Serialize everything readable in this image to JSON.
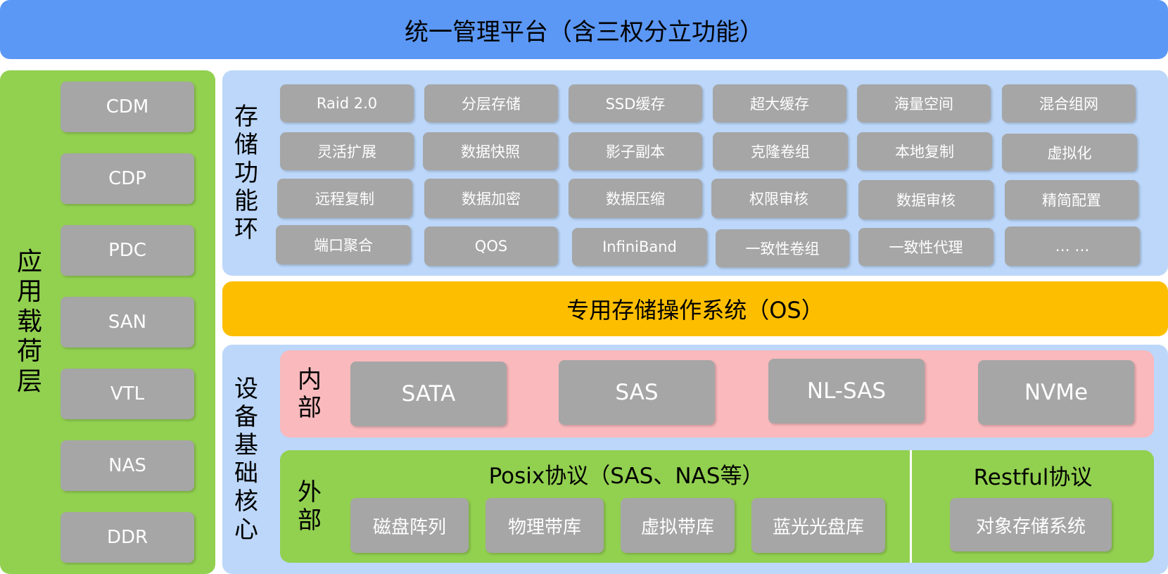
{
  "top_title": "统一管理平台（含三权分立功能）",
  "application_layer": {
    "label_chars": [
      "应",
      "用",
      "载",
      "荷",
      "层"
    ],
    "items": [
      "CDM",
      "CDP",
      "PDC",
      "SAN",
      "VTL",
      "NAS",
      "DDR"
    ]
  },
  "storage_functions": {
    "label_chars": [
      "存",
      "储",
      "功",
      "能",
      "环"
    ],
    "rows": [
      [
        "Raid 2.0",
        "分层存储",
        "SSD缓存",
        "超大缓存",
        "海量空间",
        "混合组网"
      ],
      [
        "灵活扩展",
        "数据快照",
        "影子副本",
        "克隆卷组",
        "本地复制",
        "虚拟化"
      ],
      [
        "远程复制",
        "数据加密",
        "数据压缩",
        "权限审核",
        "数据审核",
        "精简配置"
      ],
      [
        "端口聚合",
        "QOS",
        "InfiniBand",
        "一致性卷组",
        "一致性代理",
        "… …"
      ]
    ]
  },
  "os_bar": "专用存储操作系统（OS）",
  "device_core": {
    "label_chars": [
      "设",
      "备",
      "基",
      "础",
      "核",
      "心"
    ],
    "internal": {
      "label_chars": [
        "内",
        "部"
      ],
      "items": [
        "SATA",
        "SAS",
        "NL-SAS",
        "NVMe"
      ]
    },
    "external": {
      "label_chars": [
        "外",
        "部"
      ],
      "posix_title": "Posix协议（SAS、NAS等）",
      "posix_items": [
        "磁盘阵列",
        "物理带库",
        "虚拟带库",
        "蓝光光盘库"
      ],
      "restful_title": "Restful协议",
      "restful_items": [
        "对象存储系统"
      ]
    }
  }
}
